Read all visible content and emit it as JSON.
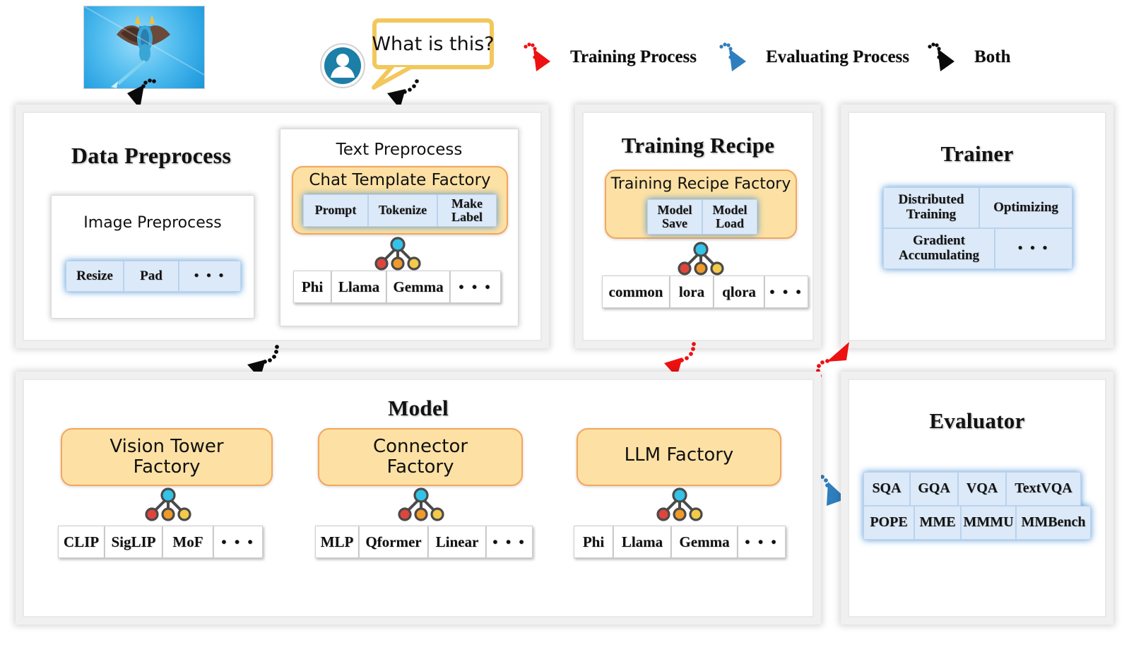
{
  "legend": {
    "items": [
      {
        "label": "Training Process",
        "color": "#ee1111",
        "icon": "arrow-red-icon"
      },
      {
        "label": "Evaluating Process",
        "color": "#2f7ebd",
        "icon": "arrow-blue-icon"
      },
      {
        "label": "Both",
        "color": "#0a0a0a",
        "icon": "arrow-black-icon"
      }
    ]
  },
  "user": {
    "question": "What is this?",
    "avatar_icon": "user-avatar-icon",
    "image_alt": "kite-photo"
  },
  "panels": {
    "data_preprocess": {
      "title": "Data Preprocess",
      "image_preprocess": {
        "title": "Image Preprocess",
        "chips": [
          "Resize",
          "Pad",
          "• • •"
        ]
      },
      "text_preprocess": {
        "title": "Text Preprocess",
        "factory": "Chat Template Factory",
        "factory_chips": [
          "Prompt",
          "Tokenize",
          "Make\nLabel"
        ],
        "options": [
          "Phi",
          "Llama",
          "Gemma",
          "• • •"
        ]
      }
    },
    "training_recipe": {
      "title": "Training Recipe",
      "factory": "Training Recipe Factory",
      "factory_chips": [
        "Model\nSave",
        "Model\nLoad"
      ],
      "options": [
        "common",
        "lora",
        "qlora",
        "• • •"
      ]
    },
    "trainer": {
      "title": "Trainer",
      "chips": [
        "Distributed\nTraining",
        "Optimizing",
        "Gradient\nAccumulating",
        "• • •"
      ]
    },
    "model": {
      "title": "Model",
      "columns": [
        {
          "factory": "Vision Tower\nFactory",
          "options": [
            "CLIP",
            "SigLIP",
            "MoF",
            "• • •"
          ]
        },
        {
          "factory": "Connector\nFactory",
          "options": [
            "MLP",
            "Qformer",
            "Linear",
            "• • •"
          ]
        },
        {
          "factory": "LLM Factory",
          "options": [
            "Phi",
            "Llama",
            "Gemma",
            "• • •"
          ]
        }
      ]
    },
    "evaluator": {
      "title": "Evaluator",
      "benchmarks_row1": [
        "SQA",
        "GQA",
        "VQA",
        "TextVQA"
      ],
      "benchmarks_row2": [
        "POPE",
        "MME",
        "MMMU",
        "MMBench"
      ]
    }
  },
  "colors": {
    "training": "#ee1111",
    "evaluating": "#2f7ebd",
    "both": "#0a0a0a",
    "factory_fill": "#fde1a4",
    "factory_border": "#f5a65a",
    "chip_blue_fill": "#dce9f8",
    "chip_blue_glow": "#3182ce"
  }
}
